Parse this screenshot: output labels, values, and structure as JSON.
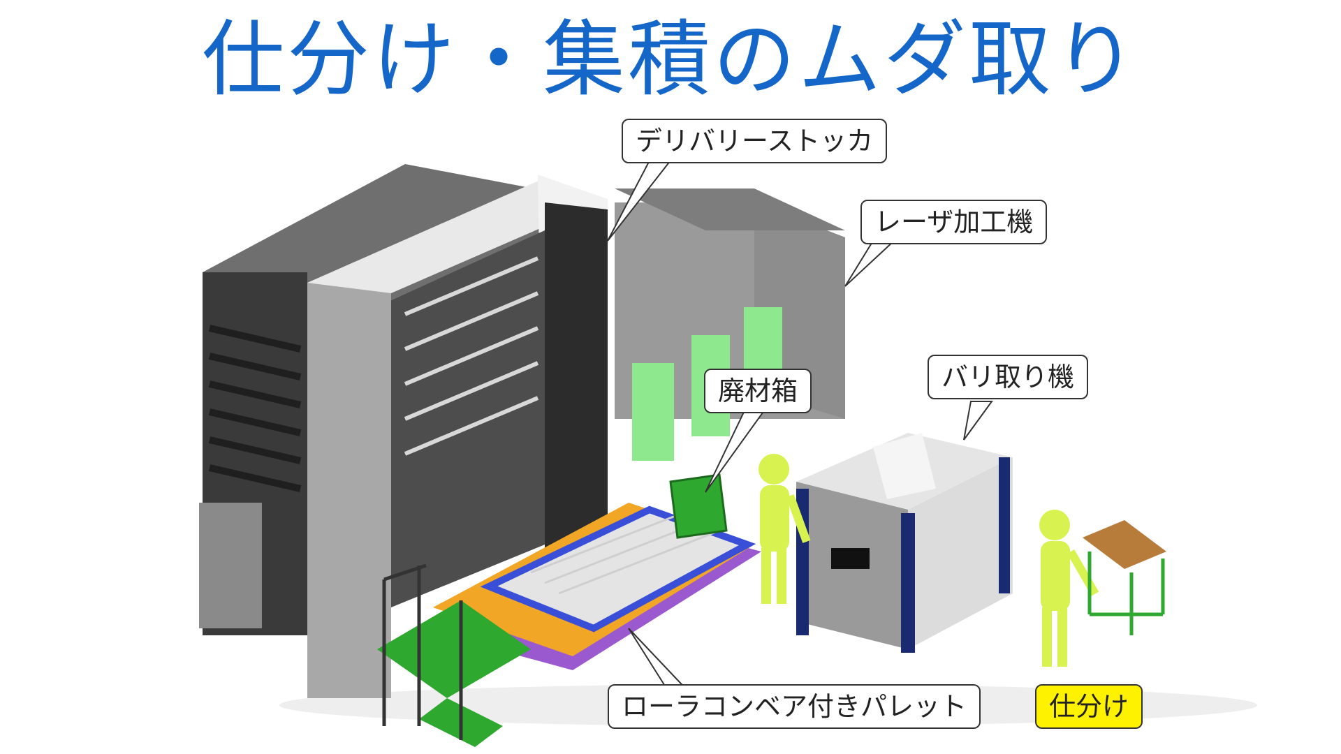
{
  "title": "仕分け・集積のムダ取り",
  "labels": {
    "delivery_stocker": "デリバリーストッカ",
    "laser_machine": "レーザ加工機",
    "scrap_box": "廃材箱",
    "deburring_machine": "バリ取り機",
    "roller_pallet": "ローラコンベア付きパレット",
    "sorting": "仕分け"
  },
  "colors": {
    "title_blue": "#1466c8",
    "laser_window_green": "#8ee88e",
    "worker_yellow": "#d8f250",
    "sorting_badge": "#fff200",
    "conveyor_orange": "#f2a626",
    "stairs_green": "#2fa82f",
    "rail_blue": "#3a4fd8"
  }
}
